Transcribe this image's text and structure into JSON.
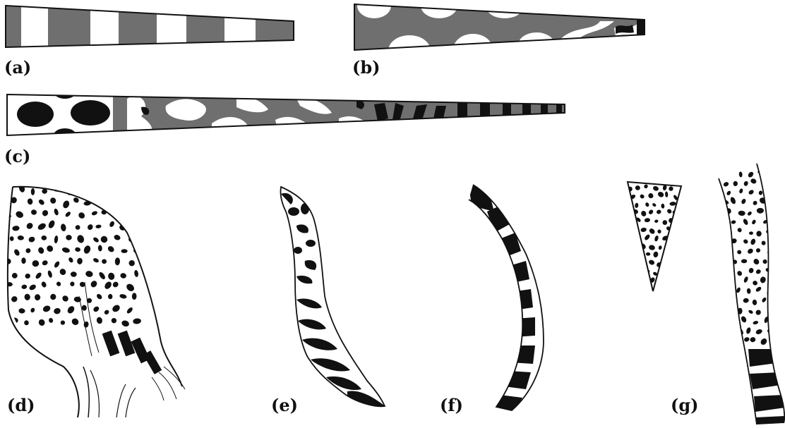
{
  "panels": [
    {
      "id": "a",
      "label": "(a)"
    },
    {
      "id": "b",
      "label": "(b)"
    },
    {
      "id": "c",
      "label": "(c)"
    },
    {
      "id": "d",
      "label": "(d)"
    },
    {
      "id": "e",
      "label": "(e)"
    },
    {
      "id": "f",
      "label": "(f)"
    },
    {
      "id": "g",
      "label": "(g)"
    }
  ],
  "colors": {
    "ink": "#111111",
    "grey": "#6f6f6f",
    "paper": "#ffffff"
  }
}
